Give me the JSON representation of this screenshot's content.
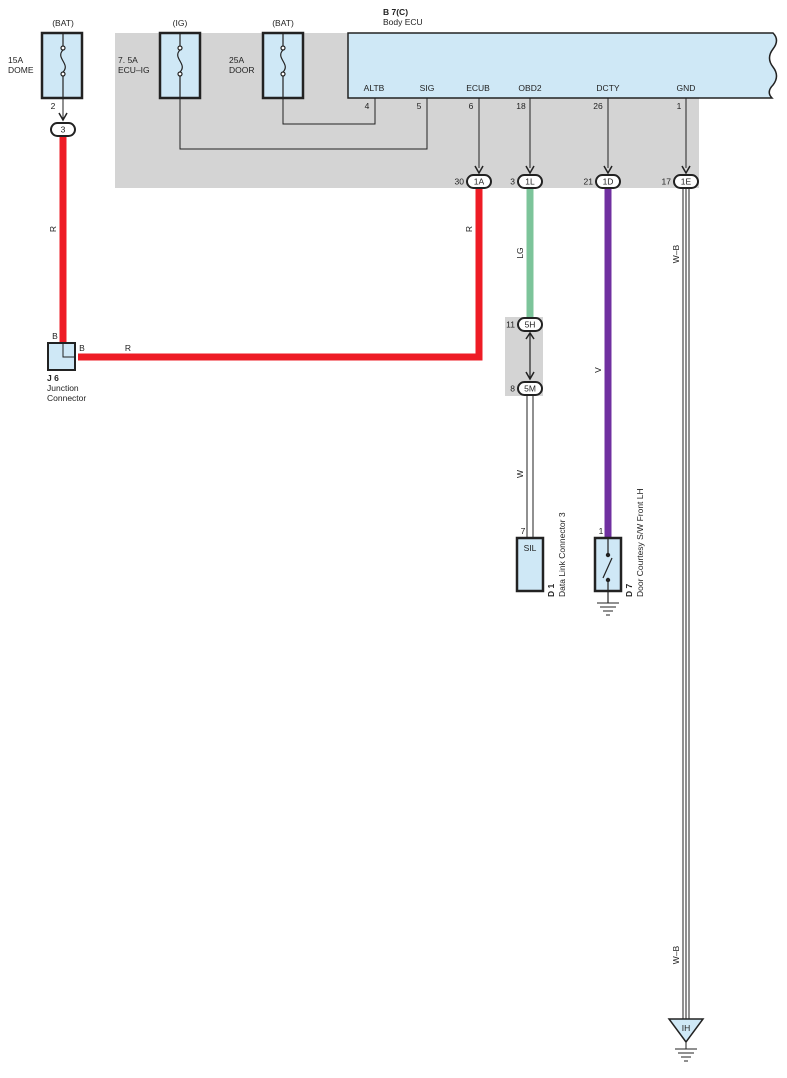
{
  "colors": {
    "gray_area": "#d4d4d4",
    "ecu_fill": "#cfe8f6",
    "wire_red": "#ee1c25",
    "wire_lg": "#7cc49a",
    "wire_violet": "#7030a0",
    "wire_white": "#ffffff",
    "outline": "#222222"
  },
  "fuses": [
    {
      "source": "(BAT)",
      "rating": "15A",
      "name": "DOME",
      "pin": "2"
    },
    {
      "source": "(IG)",
      "rating": "7. 5A",
      "name": "ECU–IG"
    },
    {
      "source": "(BAT)",
      "rating": "25A",
      "name": "DOOR"
    }
  ],
  "ecu": {
    "code": "B 7(C)",
    "name": "Body ECU",
    "terminals": [
      {
        "label": "ALTB",
        "pin": "4"
      },
      {
        "label": "SIG",
        "pin": "5"
      },
      {
        "label": "ECUB",
        "pin": "6"
      },
      {
        "label": "OBD2",
        "pin": "18"
      },
      {
        "label": "DCTY",
        "pin": "26"
      },
      {
        "label": "GND",
        "pin": "1"
      }
    ]
  },
  "connectors": {
    "c3": "3",
    "c1A": {
      "id": "1A",
      "pin": "30"
    },
    "c1L": {
      "id": "1L",
      "pin": "3"
    },
    "c1D": {
      "id": "1D",
      "pin": "21"
    },
    "c1E": {
      "id": "1E",
      "pin": "17"
    },
    "c5H": {
      "id": "5H",
      "pin": "11"
    },
    "c5M": {
      "id": "5M",
      "pin": "8"
    }
  },
  "wire_colors": {
    "r": "R",
    "lg": "LG",
    "v": "V",
    "w": "W",
    "wb": "W–B",
    "b": "B"
  },
  "junction": {
    "code": "J 6",
    "name_line1": "Junction",
    "name_line2": "Connector"
  },
  "dlc": {
    "code": "D 1",
    "name": "Data Link Connector 3",
    "terminal": "SIL",
    "pin": "7"
  },
  "door_switch": {
    "code": "D 7",
    "name": "Door Courtesy S/W Front LH",
    "pin": "1"
  },
  "ground_point": "IH"
}
